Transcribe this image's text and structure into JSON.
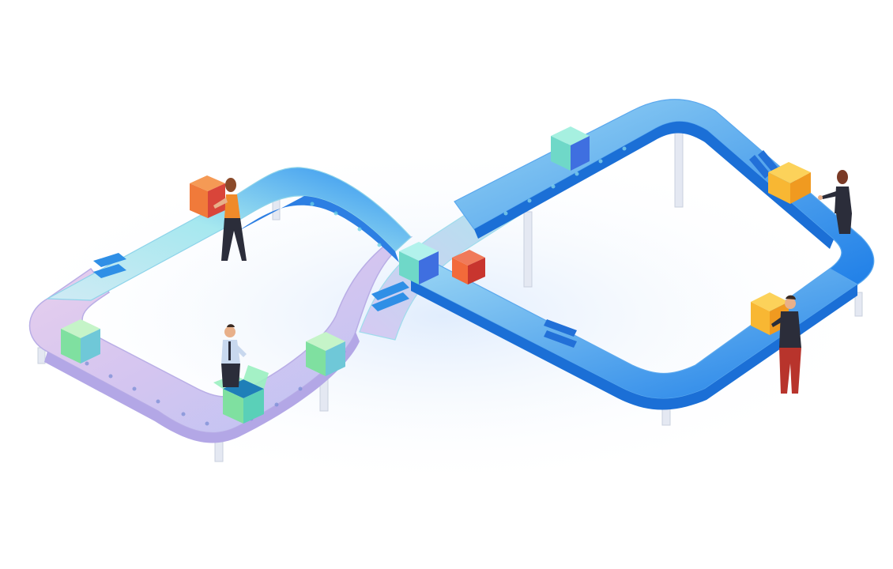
{
  "colors": {
    "background": "#ffffff",
    "belt_lavender": "#c9b8ee",
    "belt_pink": "#ead0ec",
    "belt_cyan": "#a6e8ef",
    "belt_blue": "#2d8ff0",
    "belt_deep_blue": "#1f7fe8",
    "chevron_blue": "#2f8fe6",
    "leg_gray": "#dde3ee",
    "box_orange": "#f07a3a",
    "box_red": "#d9453a",
    "box_green": "#7fe0a0",
    "box_teal": "#6fd8c8",
    "box_yellow": "#f8b733",
    "person_dark": "#2b2d3a",
    "person_orange": "#f08a2a",
    "person_red_pants": "#b8342c"
  },
  "icons": {
    "conveyor": "infinity-conveyor-belt",
    "box": "cardboard-box",
    "open_box": "open-box",
    "person": "worker-figure",
    "chevron": "direction-chevron"
  },
  "scene": {
    "belt_count": 1,
    "box_count": 8,
    "worker_count": 4
  }
}
